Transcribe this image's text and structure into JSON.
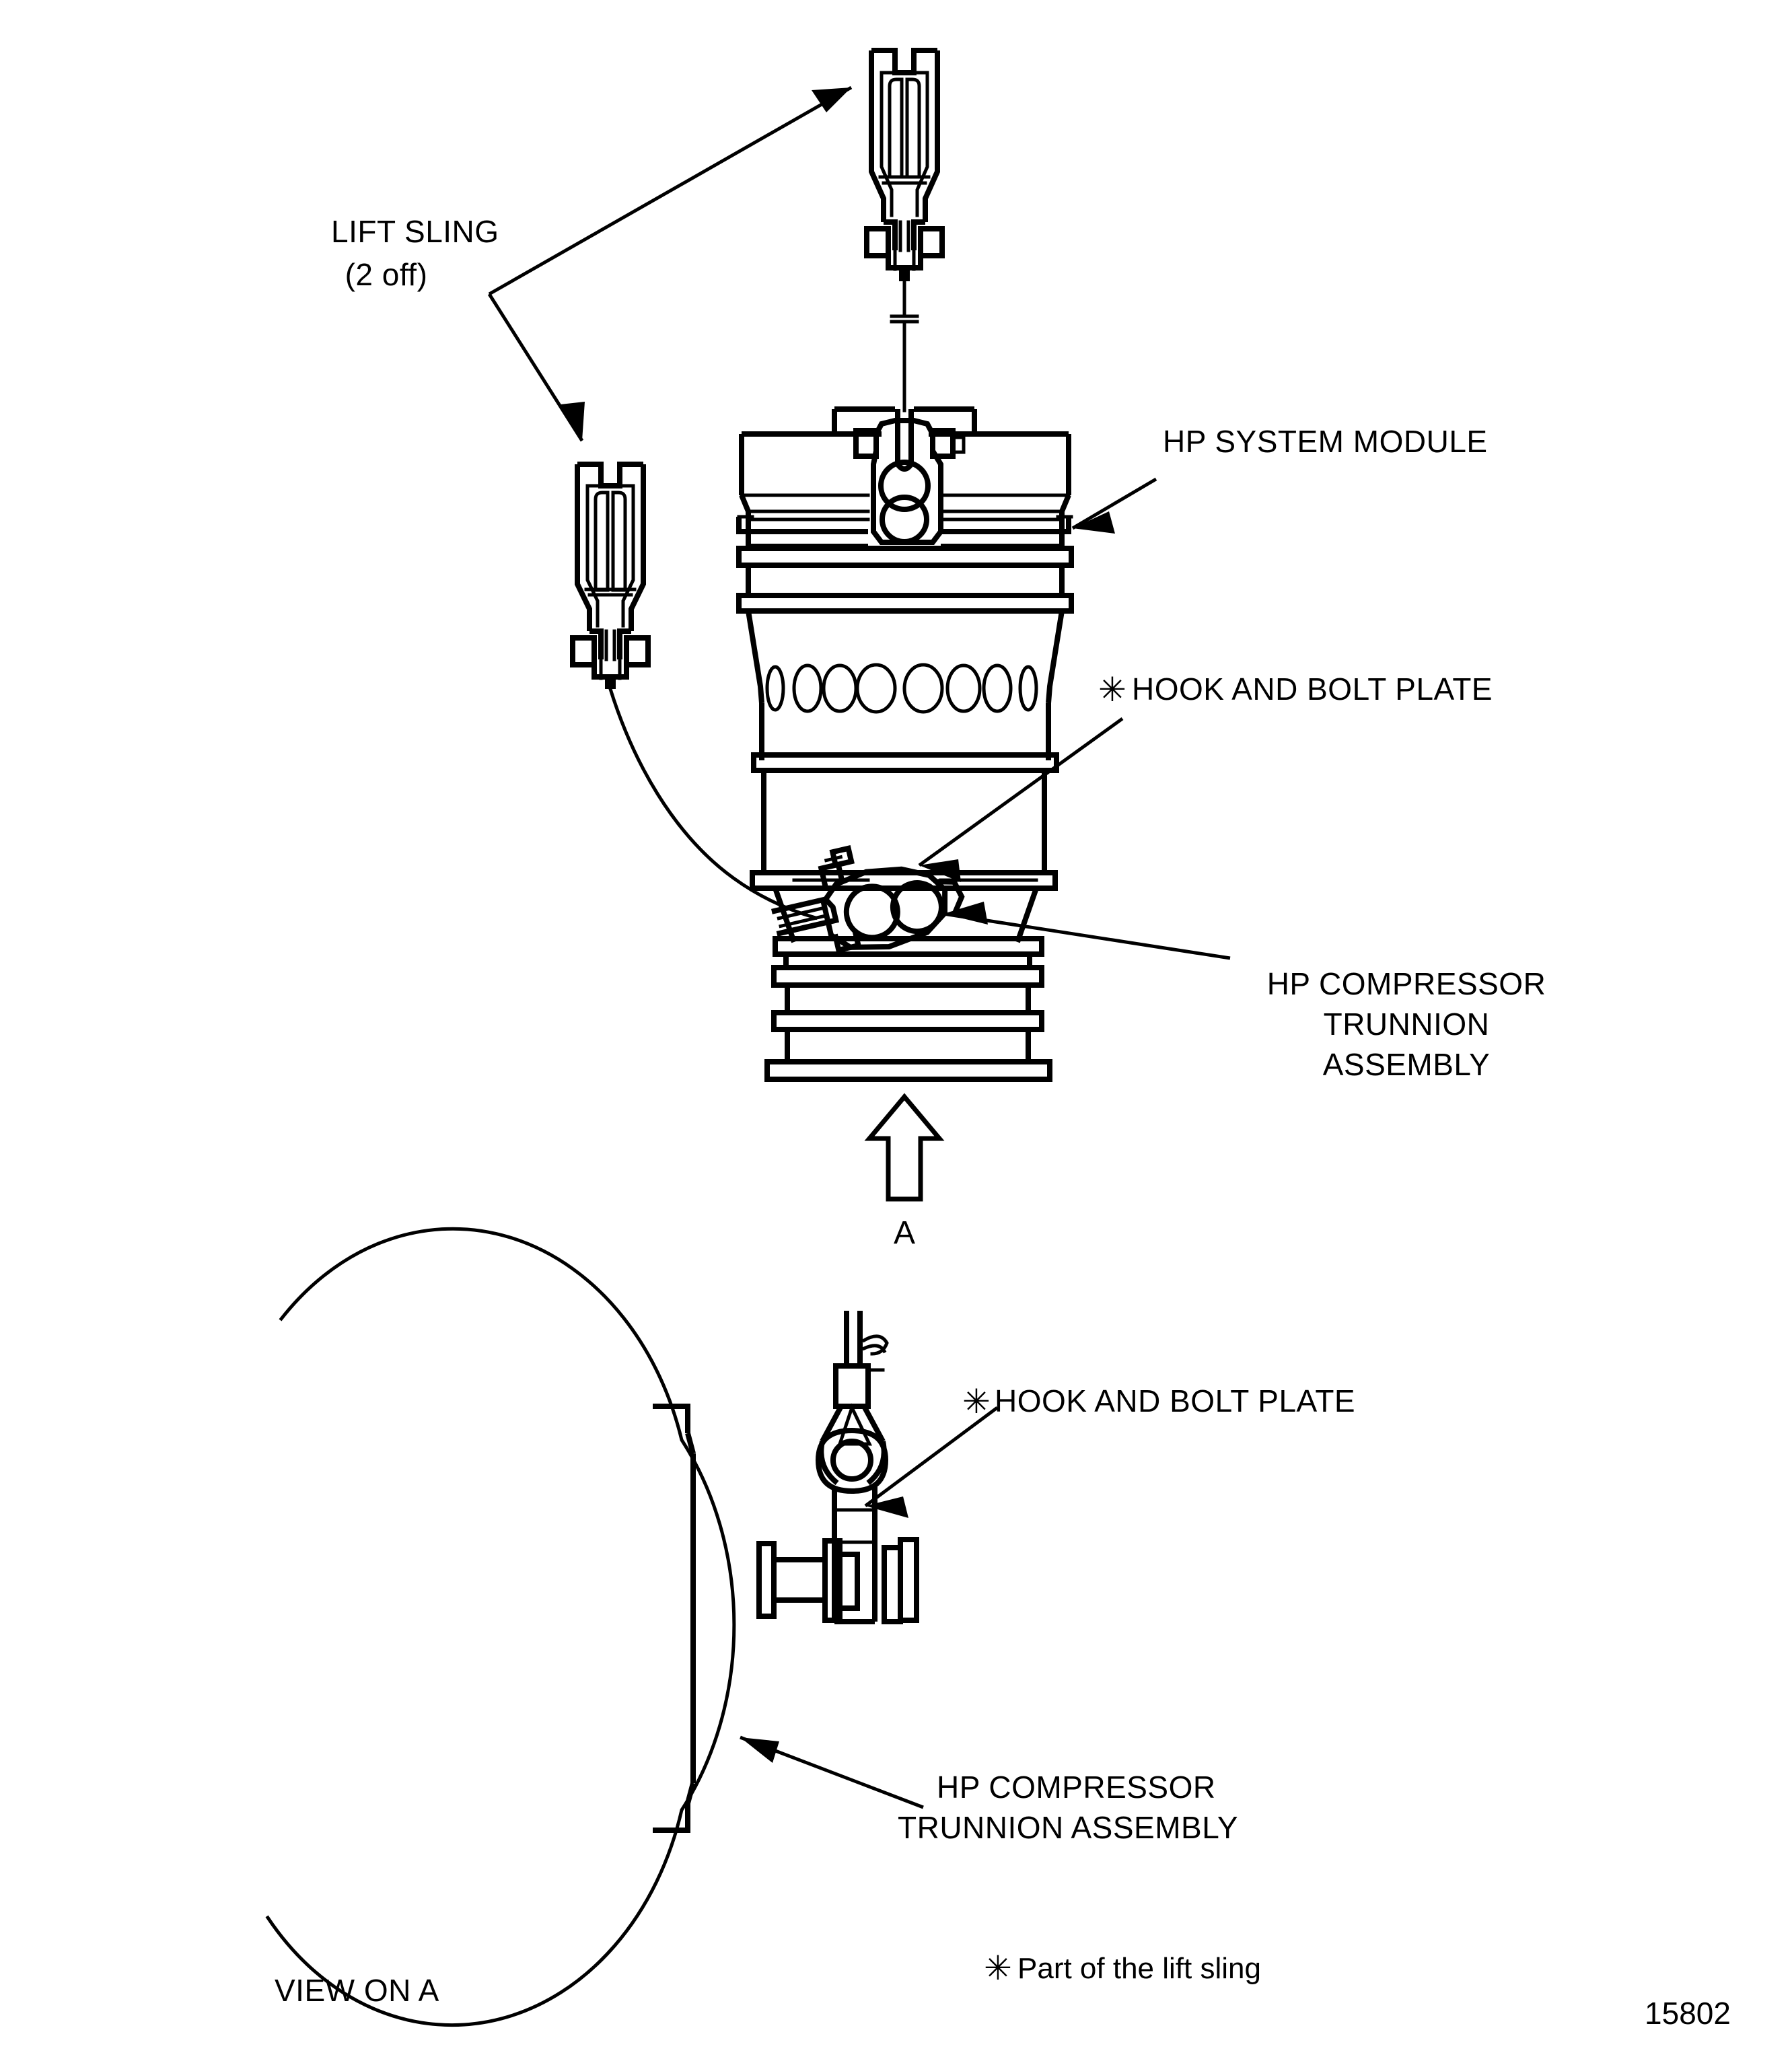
{
  "figure": {
    "number": "15802",
    "footnote": "Part of the lift sling",
    "footnote_marker": "✳",
    "view_label": "VIEW ON A",
    "section_arrow_letter": "A"
  },
  "labels": {
    "lift_sling_line1": "LIFT SLING",
    "lift_sling_line2": "(2 off)",
    "hp_system_module": "HP SYSTEM MODULE",
    "hook_and_bolt_plate": "HOOK AND BOLT PLATE",
    "hook_and_bolt_plate_marker": "✳",
    "trunnion_line1": "HP COMPRESSOR",
    "trunnion_line2": "TRUNNION",
    "trunnion_line3": "ASSEMBLY",
    "trunnion_view_line1": "HP COMPRESSOR",
    "trunnion_view_line2": "TRUNNION ASSEMBLY",
    "hook_and_bolt_plate_view": "HOOK AND BOLT PLATE",
    "hook_and_bolt_plate_view_marker": "✳"
  },
  "colors": {
    "ink": "#000000",
    "paper": "#ffffff"
  },
  "parts": {
    "lift_sling_count": "2",
    "vent_hole_count": "8"
  }
}
